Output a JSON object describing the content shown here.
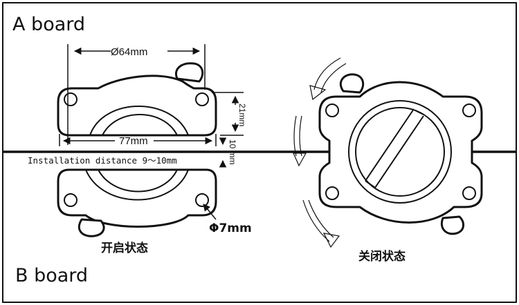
{
  "labels": {
    "a_board": "A board",
    "b_board": "B board",
    "diameter": "Ø64mm",
    "width": "77mm",
    "height": "21mm",
    "gap": "10 mm",
    "installation": "Installation distance 9～10mm",
    "hole": "Φ7mm",
    "open_state": "开启状态",
    "closed_state": "关闭状态"
  },
  "colors": {
    "line": "#111111",
    "background": "#ffffff"
  }
}
